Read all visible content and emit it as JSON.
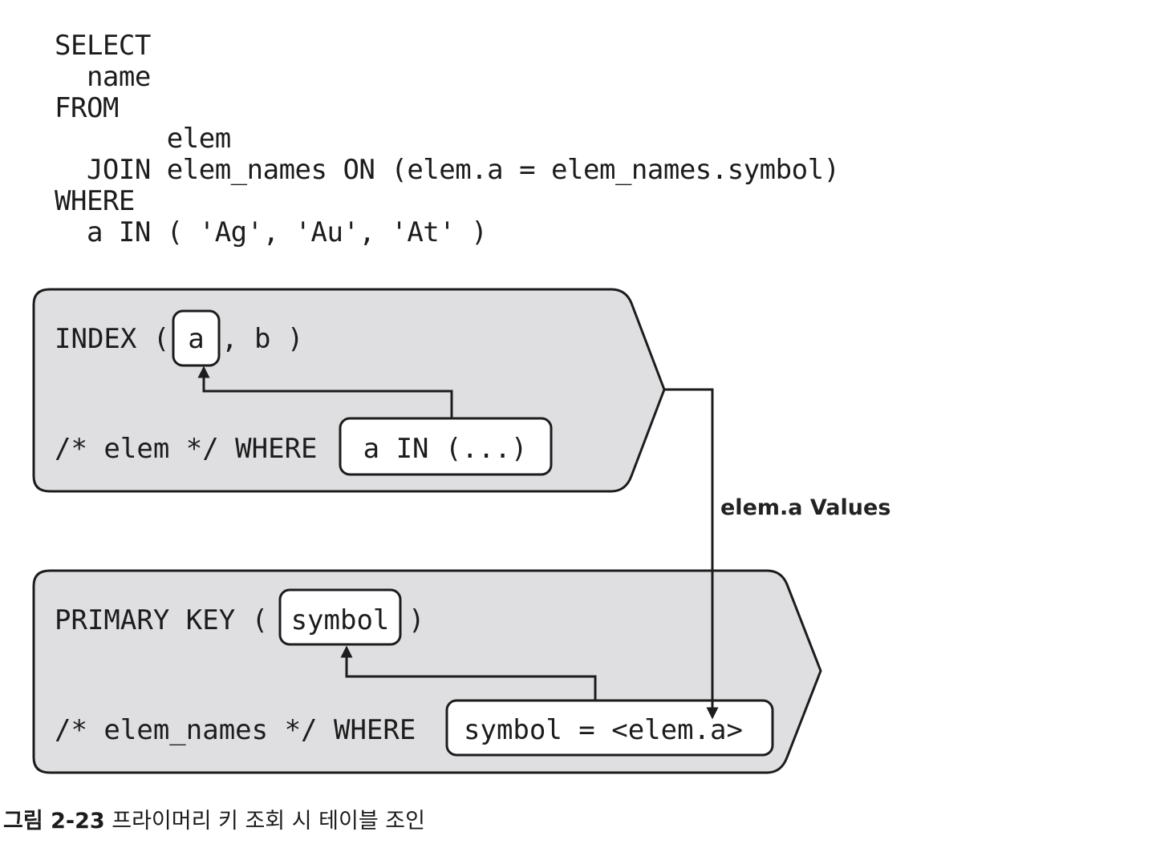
{
  "sql_lines": [
    "SELECT",
    "  name",
    "FROM",
    "       elem",
    "  JOIN elem_names ON (elem.a = elem_names.symbol)",
    "WHERE",
    "  a IN ( 'Ag', 'Au', 'At' )"
  ],
  "top_block": {
    "index_prefix": "INDEX (",
    "index_key": "a",
    "index_suffix": ", b )",
    "where_prefix": "/* elem */ WHERE",
    "where_condition": "a IN (...)"
  },
  "bottom_block": {
    "pk_prefix": "PRIMARY KEY (",
    "pk_key": "symbol",
    "pk_suffix": ")",
    "where_prefix": "/* elem_names */ WHERE",
    "where_condition": "symbol = <elem.a>"
  },
  "connector_label": "elem.a Values",
  "caption": {
    "number": "그림 2-23",
    "text": "프라이머리 키 조회 시 테이블 조인"
  },
  "colors": {
    "block_fill": "#dfdfe2",
    "stroke": "#1c1c1c",
    "box_fill": "#ffffff"
  }
}
